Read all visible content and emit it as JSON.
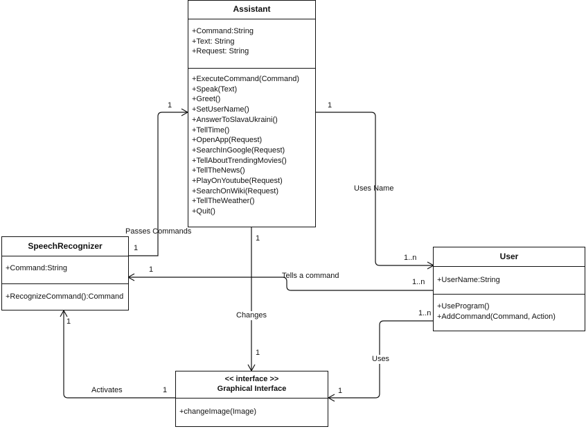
{
  "assistant": {
    "name": "Assistant",
    "attributes": [
      "+Command:String",
      "+Text: String",
      "+Request: String"
    ],
    "methods": [
      "+ExecuteCommand(Command)",
      "+Speak(Text)",
      "+Greet()",
      "+SetUserName()",
      "+AnswerToSlavaUkraini()",
      "+TellTime()",
      "+OpenApp(Request)",
      "+SearchInGoogle(Request)",
      "+TellAboutTrendingMovies()",
      "+TellTheNews()",
      "+PlayOnYoutube(Request)",
      "+SearchOnWiki(Request)",
      "+TellTheWeather()",
      "+Quit()"
    ]
  },
  "speech_recognizer": {
    "name": "SpeechRecognizer",
    "attributes": [
      "+Command:String"
    ],
    "methods": [
      "+RecognizeCommand():Command"
    ]
  },
  "user": {
    "name": "User",
    "attributes": [
      "+UserName:String"
    ],
    "methods": [
      "+UseProgram()",
      "+AddCommand(Command, Action)"
    ]
  },
  "graphical_interface": {
    "stereotype": "<< interface >>",
    "name": "Graphical Interface",
    "methods": [
      "+changeImage(Image)"
    ]
  },
  "relations": {
    "passes_commands": {
      "label": "Passes Commands",
      "mult_source": "1",
      "mult_target": "1"
    },
    "uses_name": {
      "label": "Uses Name",
      "mult_source": "1",
      "mult_target": "1..n"
    },
    "tells_command": {
      "label": "Tells a command",
      "mult_source": "1..n",
      "mult_target": "1"
    },
    "changes": {
      "label": "Changes",
      "mult_source": "1",
      "mult_target": "1"
    },
    "uses": {
      "label": "Uses",
      "mult_source": "1..n",
      "mult_target": "1"
    },
    "activates": {
      "label": "Activates",
      "mult_source": "1",
      "mult_target": "1"
    }
  }
}
